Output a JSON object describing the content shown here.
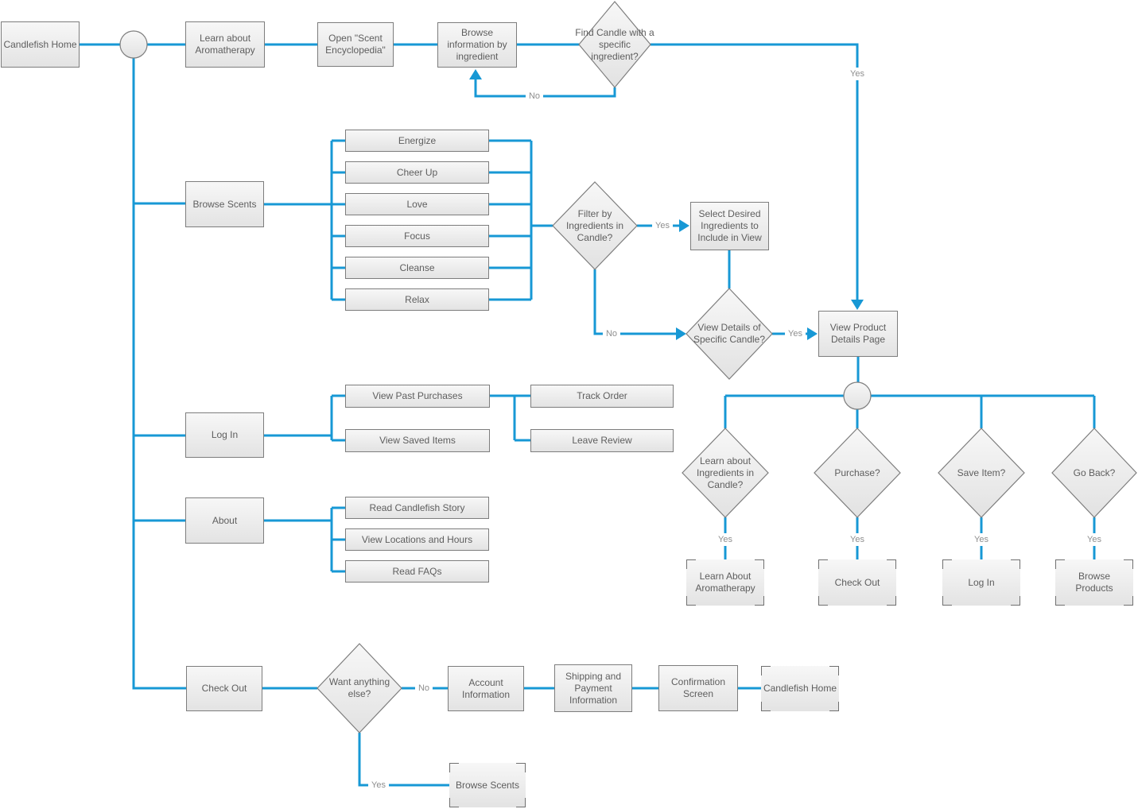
{
  "diagram": {
    "entry": {
      "home": "Candlefish Home"
    },
    "aromatherapy": {
      "learn": "Learn about Aromatherapy",
      "open_encyclopedia": "Open \"Scent Encyclopedia\"",
      "browse_by_ingredient": "Browse information by ingredient",
      "find_candle_q": "Find Candle with a specific ingredient?"
    },
    "scents": {
      "browse": "Browse Scents",
      "categories": [
        "Energize",
        "Cheer Up",
        "Love",
        "Focus",
        "Cleanse",
        "Relax"
      ],
      "filter_q": "Filter by Ingredients in Candle?",
      "select_ingredients": "Select Desired Ingredients to Include in View",
      "view_details_q": "View Details of Specific Candle?"
    },
    "product": {
      "details_page": "View Product Details Page",
      "learn_ingredients_q": "Learn about Ingredients in Candle?",
      "purchase_q": "Purchase?",
      "save_item_q": "Save Item?",
      "go_back_q": "Go Back?",
      "learn_aromatherapy_ref": "Learn About Aromatherapy",
      "check_out_ref": "Check Out",
      "log_in_ref": "Log In",
      "browse_products_ref": "Browse Products"
    },
    "account": {
      "log_in": "Log In",
      "view_past_purchases": "View Past Purchases",
      "view_saved_items": "View Saved Items",
      "track_order": "Track Order",
      "leave_review": "Leave Review"
    },
    "about": {
      "label": "About",
      "read_story": "Read Candlefish Story",
      "view_locations": "View Locations and Hours",
      "read_faqs": "Read FAQs"
    },
    "checkout": {
      "label": "Check Out",
      "want_else_q": "Want anything else?",
      "account_information": "Account Information",
      "shipping_payment": "Shipping and Payment Information",
      "confirmation": "Confirmation Screen",
      "home_ref": "Candlefish Home",
      "browse_scents_ref": "Browse Scents"
    }
  },
  "edge_labels": {
    "yes": "Yes",
    "no": "No"
  },
  "colors": {
    "connector": "#1798d5",
    "shape_border": "#7d7d7d",
    "shape_fill_top": "#f7f7f7",
    "shape_fill_bottom": "#e3e3e3",
    "node_text": "#5e5e5e",
    "edge_label_text": "#8e8e8e",
    "background": "#ffffff"
  }
}
